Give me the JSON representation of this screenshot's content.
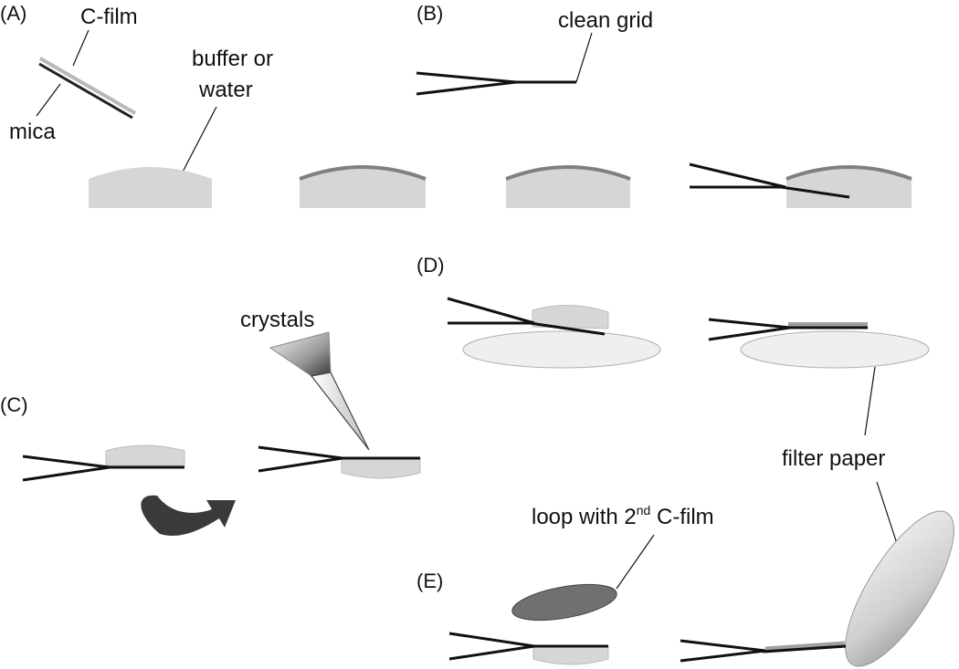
{
  "panels": {
    "a": "(A)",
    "b": "(B)",
    "c": "(C)",
    "d": "(D)",
    "e": "(E)"
  },
  "labels": {
    "c_film": "C-film",
    "mica": "mica",
    "buffer_line1": "buffer or",
    "buffer_line2": "water",
    "clean_grid": "clean grid",
    "crystals": "crystals",
    "filter_paper": "filter paper",
    "loop_pre": "loop with 2",
    "loop_sup": "nd",
    "loop_post": " C-film"
  },
  "colors": {
    "liquid": "#d6d6d6",
    "film": "#808080",
    "tweezer": "#111111",
    "paper": "#efefef",
    "loop": "#707070"
  }
}
